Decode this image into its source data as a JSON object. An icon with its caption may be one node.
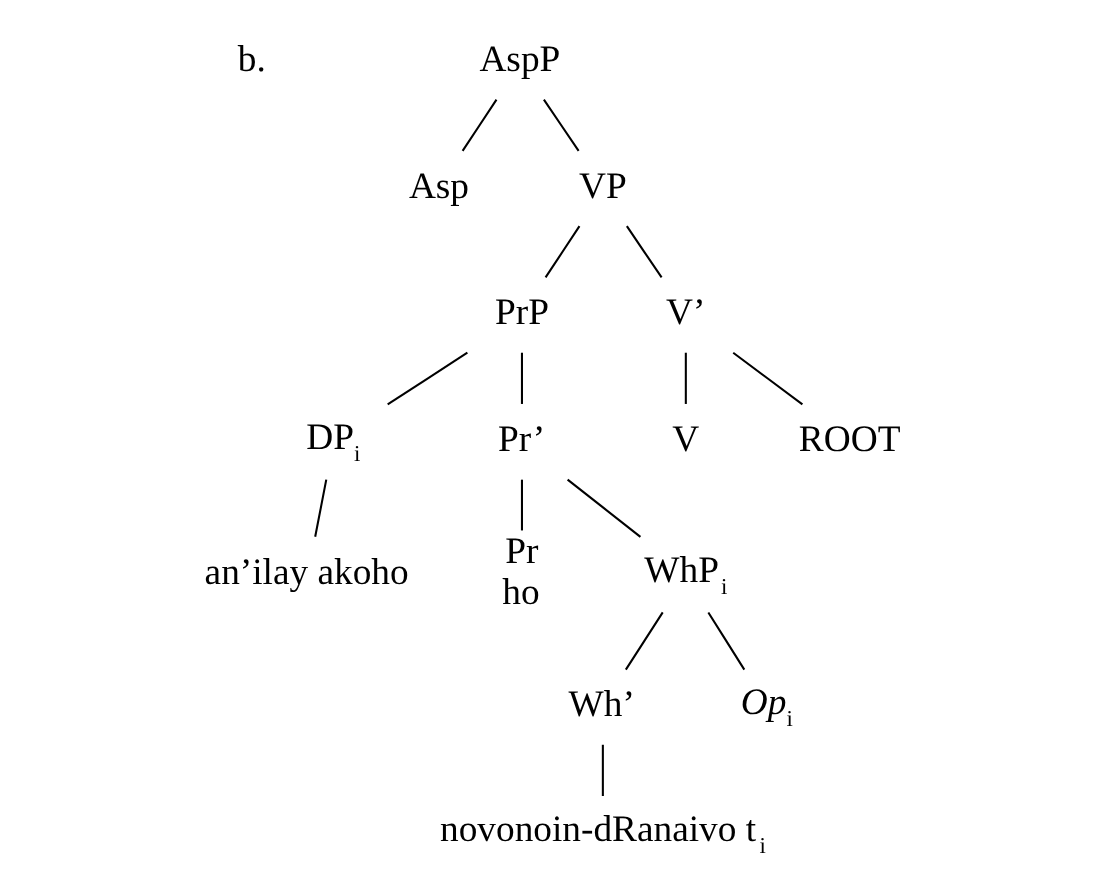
{
  "diagram": {
    "nodes": [
      {
        "text": [
          "AspP"
        ]
      },
      {
        "text": [
          "Asp"
        ]
      },
      {
        "text": [
          "VP"
        ]
      },
      {
        "text": [
          "PrP"
        ]
      },
      {
        "text": [
          "V’"
        ]
      },
      {
        "text": [
          "DP$_{i}$"
        ]
      },
      {
        "text": [
          "Pr’"
        ]
      },
      {
        "text": [
          "V"
        ]
      },
      {
        "text": [
          "ROOT"
        ]
      },
      {
        "text": [
          "an’ilay akoho"
        ]
      },
      {
        "text": [
          "Pr",
          "ho"
        ]
      },
      {
        "text": [
          "WhP$_{i}$"
        ]
      },
      {
        "text": [
          "Wh’"
        ]
      },
      {
        "text": [
          "*Op*$_{i}$"
        ]
      },
      {
        "text": [
          "novonoin-dRanaivo t$_{i}$"
        ]
      }
    ],
    "edges": [
      {
        "from": 0,
        "to": 1,
        "arrow": "none"
      },
      {
        "from": 0,
        "to": 2,
        "arrow": "none"
      },
      {
        "from": 2,
        "to": 3,
        "arrow": "none"
      },
      {
        "from": 2,
        "to": 4,
        "arrow": "none"
      },
      {
        "from": 3,
        "to": 5,
        "arrow": "none"
      },
      {
        "from": 3,
        "to": 6,
        "arrow": "none"
      },
      {
        "from": 4,
        "to": 7,
        "arrow": "none"
      },
      {
        "from": 4,
        "to": 8,
        "arrow": "none"
      },
      {
        "from": 5,
        "to": 9,
        "arrow": "none"
      },
      {
        "from": 6,
        "to": 10,
        "arrow": "none"
      },
      {
        "from": 6,
        "to": 11,
        "arrow": "none"
      },
      {
        "from": 11,
        "to": 12,
        "arrow": "none"
      },
      {
        "from": 11,
        "to": 13,
        "arrow": "none"
      },
      {
        "from": 12,
        "to": 14,
        "arrow": "none"
      }
    ],
    "labels": [
      "b."
    ]
  }
}
